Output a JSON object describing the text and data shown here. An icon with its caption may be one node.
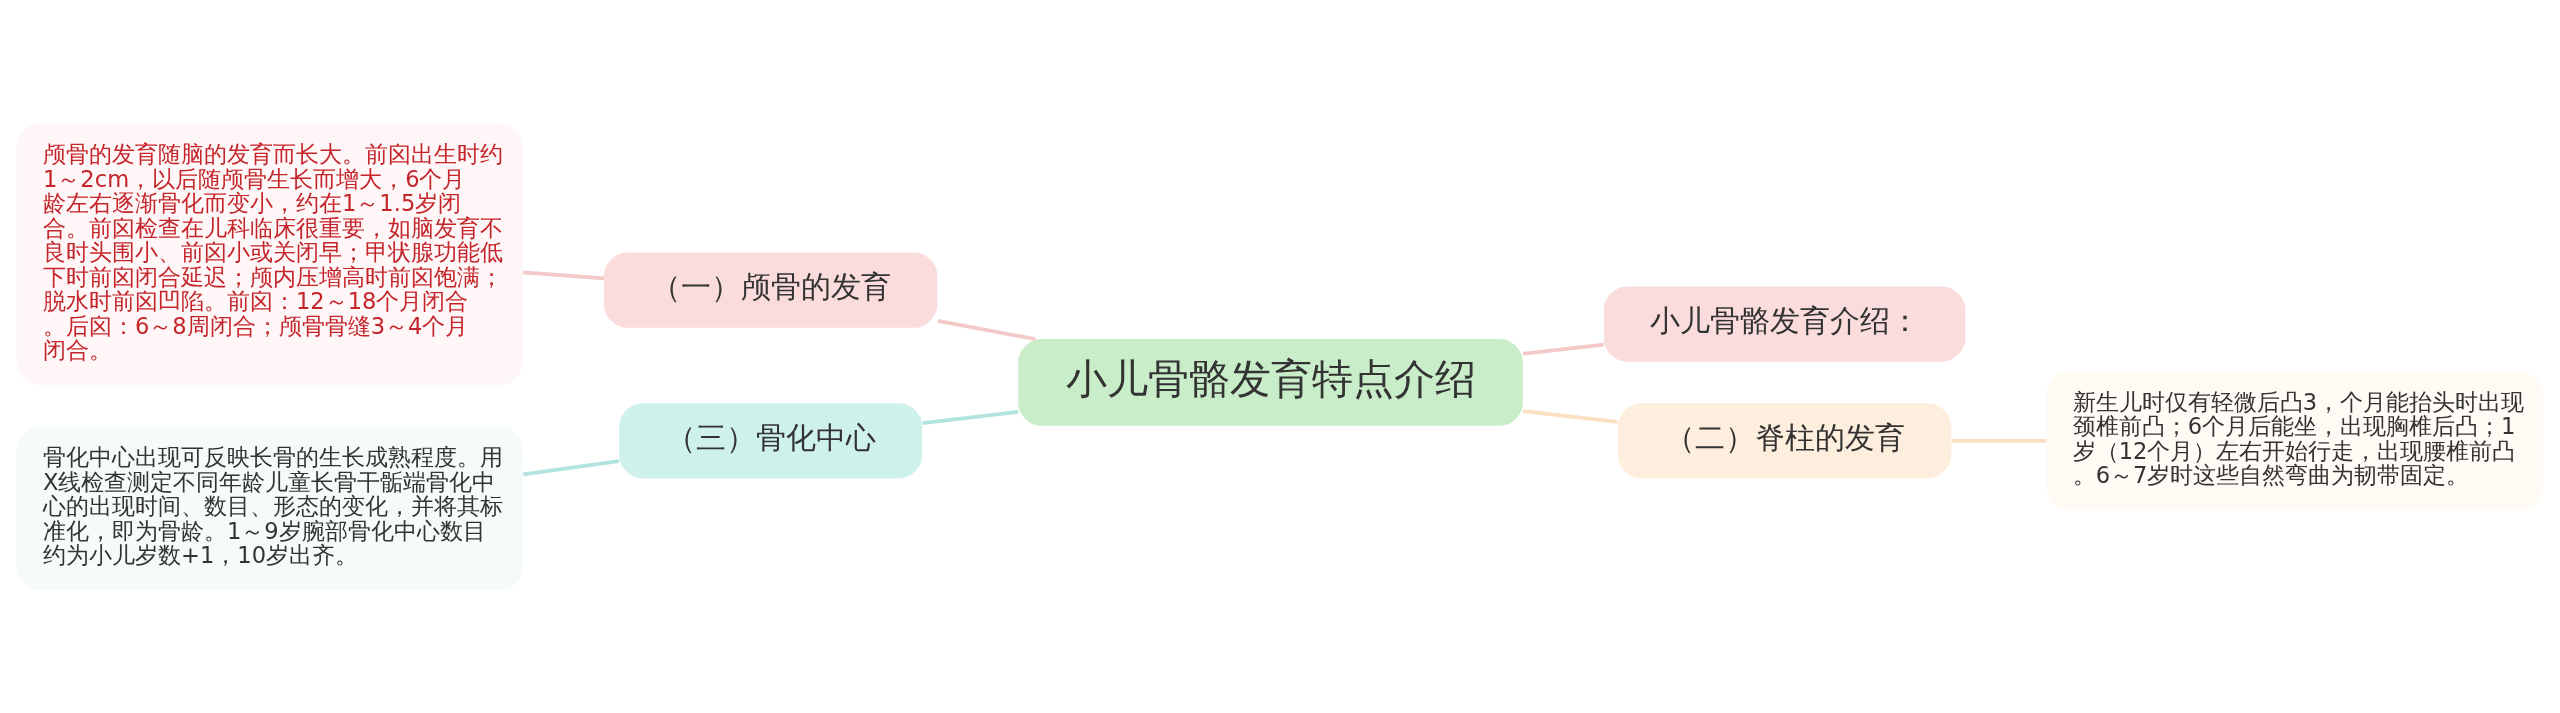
{
  "diagram": {
    "nodes": [
      {
        "text": [
          "小儿骨骼发育特点介绍"
        ]
      },
      {
        "text": [
          "（一）颅骨的发育"
        ]
      },
      {
        "text": [
          "颅骨的发育随脑的发育而长大。前囟出生时约1～2cm，以后随颅骨生长而增大，6个月龄左右逐渐骨化而变小，约在1～1.5岁闭合。前囟检查在儿科临床很重要，如脑发育不良时头围小、前囟小或关闭早；甲状腺功能低下时前囟闭合延迟；颅内压增高时前囟饱满；脱水时前囟凹陷。前囟：12～18个月闭合。后囟：6～8周闭合；颅骨骨缝3～4个月闭合。"
        ]
      },
      {
        "text": [
          "小儿骨骼发育介绍："
        ]
      },
      {
        "text": [
          "（二）脊柱的发育"
        ]
      },
      {
        "text": [
          "新生儿时仅有轻微后凸3，个月能抬头时出现颈椎前凸；6个月后能坐，出现胸椎后凸；1岁（12个月）左右开始行走，出现腰椎前凸。6～7岁时这些自然弯曲为韧带固定。"
        ]
      },
      {
        "text": [
          "（三）骨化中心"
        ]
      },
      {
        "text": [
          "骨化中心出现可反映长骨的生长成熟程度。用X线检查测定不同年龄儿童长骨干骺端骨化中心的出现时间、数目、形态的变化，并将其标准化，即为骨龄。1～9岁腕部骨化中心数目约为小儿岁数+1，10岁出齐。"
        ]
      }
    ],
    "edges": [
      {
        "from": 0,
        "to": 1,
        "arrow": "none",
        "color": "#f6c9c9"
      },
      {
        "from": 1,
        "to": 2,
        "arrow": "none",
        "color": "#f6c9c9"
      },
      {
        "from": 0,
        "to": 3,
        "arrow": "none",
        "color": "#f6c9c9"
      },
      {
        "from": 0,
        "to": 4,
        "arrow": "none",
        "color": "#fbe0c2"
      },
      {
        "from": 4,
        "to": 5,
        "arrow": "none",
        "color": "#fbe0c2"
      },
      {
        "from": 0,
        "to": 6,
        "arrow": "none",
        "color": "#b2e4de"
      },
      {
        "from": 6,
        "to": 7,
        "arrow": "none",
        "color": "#b2e4de"
      }
    ]
  }
}
